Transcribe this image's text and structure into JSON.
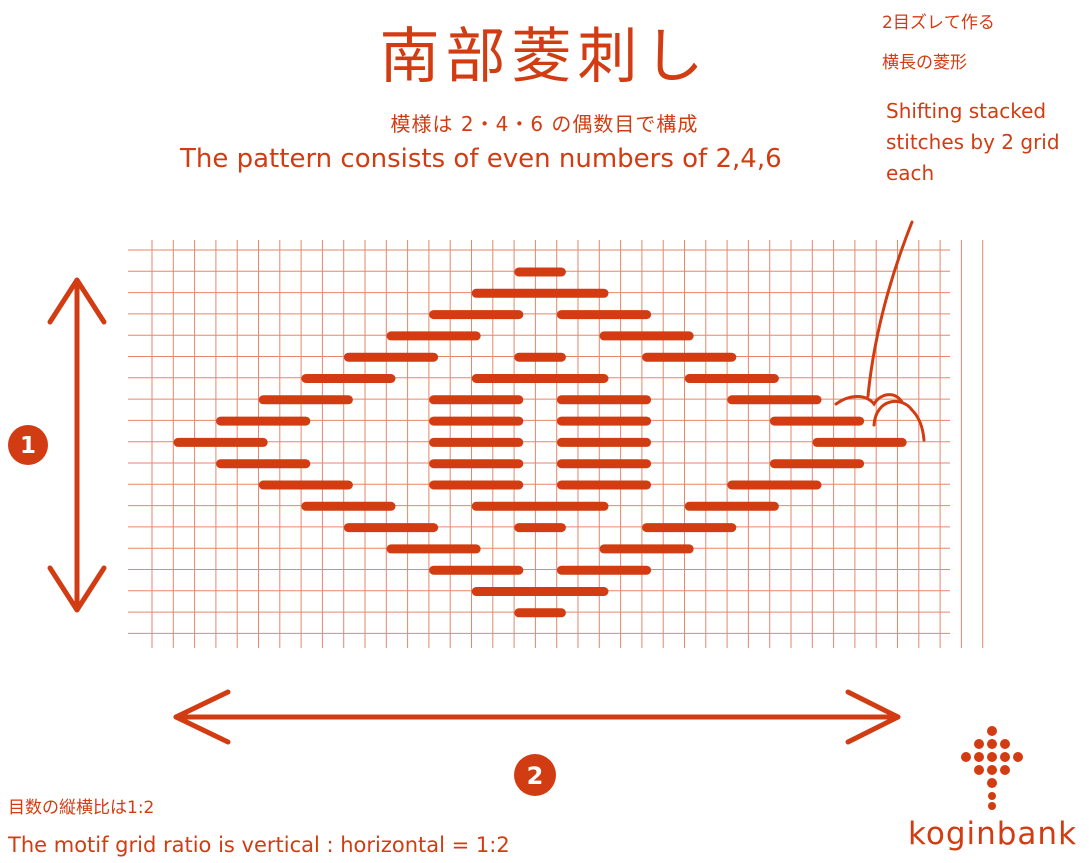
{
  "title": "南部菱刺し",
  "subtitle_jp": "模様は 2・4・6 の偶数目で構成",
  "subtitle_en": "The pattern consists of even numbers of 2,4,6",
  "annotation": {
    "jp_line1": "2目ズレて作る",
    "jp_line2": "横長の菱形",
    "en": "Shifting stacked stitches by 2 grid each"
  },
  "markers": {
    "vertical": "1",
    "horizontal": "2"
  },
  "ratio": {
    "jp": "目数の縦横比は1:2",
    "en": "The motif grid ratio is vertical : horizontal = 1:2"
  },
  "brand": "koginbank",
  "colors": {
    "accent": "#d23c12",
    "grid": "#e8866a",
    "background": "#ffffff"
  },
  "icons": [
    "vertical-double-arrow-icon",
    "horizontal-double-arrow-icon",
    "dot-diamond-logo-icon"
  ],
  "stitches": [
    {
      "row": 0,
      "col": 18,
      "len": 2
    },
    {
      "row": 1,
      "col": 16,
      "len": 6
    },
    {
      "row": 2,
      "col": 14,
      "len": 4
    },
    {
      "row": 2,
      "col": 20,
      "len": 4
    },
    {
      "row": 3,
      "col": 12,
      "len": 4
    },
    {
      "row": 3,
      "col": 22,
      "len": 4
    },
    {
      "row": 4,
      "col": 10,
      "len": 4
    },
    {
      "row": 4,
      "col": 18,
      "len": 2
    },
    {
      "row": 4,
      "col": 24,
      "len": 4
    },
    {
      "row": 5,
      "col": 8,
      "len": 4
    },
    {
      "row": 5,
      "col": 16,
      "len": 6
    },
    {
      "row": 5,
      "col": 26,
      "len": 4
    },
    {
      "row": 6,
      "col": 6,
      "len": 4
    },
    {
      "row": 6,
      "col": 14,
      "len": 4
    },
    {
      "row": 6,
      "col": 20,
      "len": 4
    },
    {
      "row": 6,
      "col": 28,
      "len": 4
    },
    {
      "row": 7,
      "col": 4,
      "len": 4
    },
    {
      "row": 7,
      "col": 14,
      "len": 4
    },
    {
      "row": 7,
      "col": 20,
      "len": 4
    },
    {
      "row": 7,
      "col": 30,
      "len": 4
    },
    {
      "row": 8,
      "col": 2,
      "len": 4
    },
    {
      "row": 8,
      "col": 14,
      "len": 4
    },
    {
      "row": 8,
      "col": 20,
      "len": 4
    },
    {
      "row": 8,
      "col": 32,
      "len": 4
    },
    {
      "row": 9,
      "col": 4,
      "len": 4
    },
    {
      "row": 9,
      "col": 14,
      "len": 4
    },
    {
      "row": 9,
      "col": 20,
      "len": 4
    },
    {
      "row": 9,
      "col": 30,
      "len": 4
    },
    {
      "row": 10,
      "col": 6,
      "len": 4
    },
    {
      "row": 10,
      "col": 14,
      "len": 4
    },
    {
      "row": 10,
      "col": 20,
      "len": 4
    },
    {
      "row": 10,
      "col": 28,
      "len": 4
    },
    {
      "row": 11,
      "col": 8,
      "len": 4
    },
    {
      "row": 11,
      "col": 16,
      "len": 6
    },
    {
      "row": 11,
      "col": 26,
      "len": 4
    },
    {
      "row": 12,
      "col": 10,
      "len": 4
    },
    {
      "row": 12,
      "col": 18,
      "len": 2
    },
    {
      "row": 12,
      "col": 24,
      "len": 4
    },
    {
      "row": 13,
      "col": 12,
      "len": 4
    },
    {
      "row": 13,
      "col": 22,
      "len": 4
    },
    {
      "row": 14,
      "col": 14,
      "len": 4
    },
    {
      "row": 14,
      "col": 20,
      "len": 4
    },
    {
      "row": 15,
      "col": 16,
      "len": 6
    },
    {
      "row": 16,
      "col": 18,
      "len": 2
    }
  ]
}
